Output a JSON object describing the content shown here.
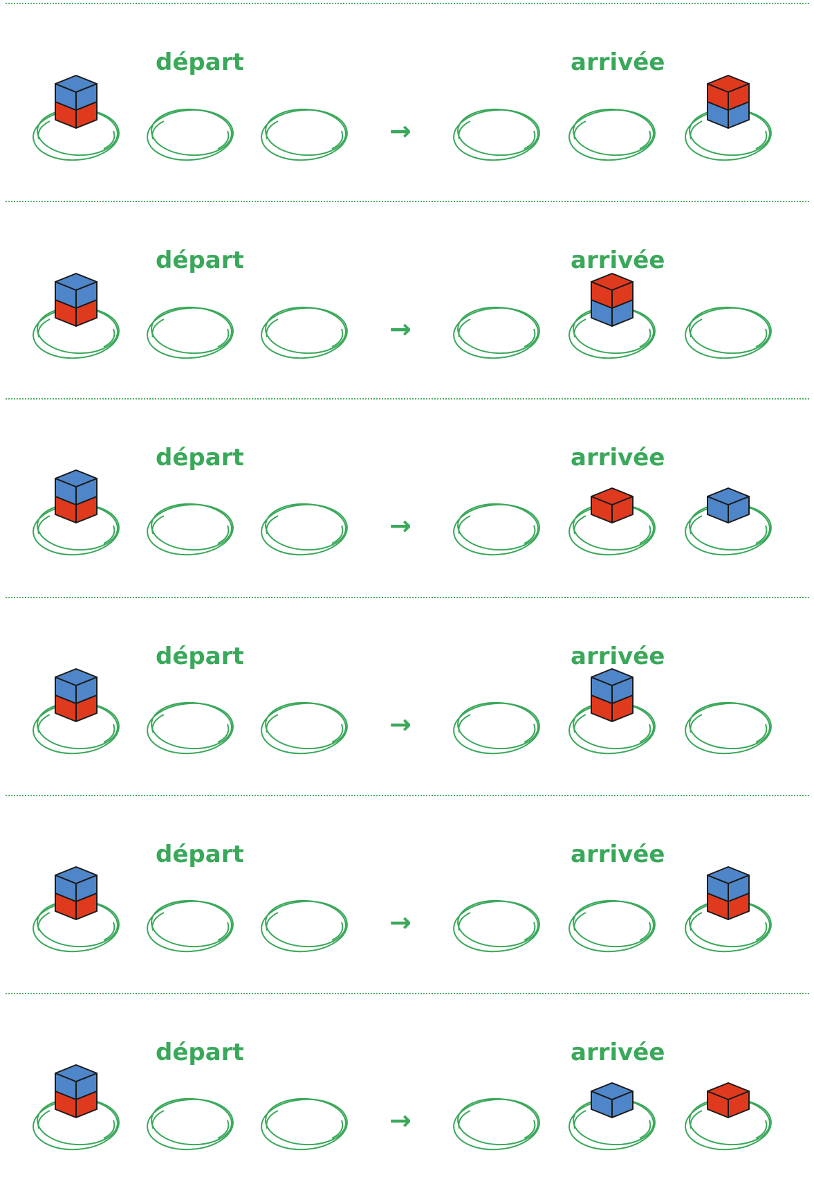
{
  "labels": {
    "start": "départ",
    "end": "arrivée",
    "arrow": "→"
  },
  "colors": {
    "green": "#3aa85a",
    "blue": "#4f86c9",
    "red": "#e03a1e",
    "outline": "#1a1a1a"
  },
  "exercises": [
    {
      "start": [
        [
          "red",
          "blue"
        ],
        [],
        []
      ],
      "end": [
        [],
        [],
        [
          "blue",
          "red"
        ]
      ]
    },
    {
      "start": [
        [
          "red",
          "blue"
        ],
        [],
        []
      ],
      "end": [
        [],
        [
          "blue",
          "red"
        ],
        []
      ]
    },
    {
      "start": [
        [
          "red",
          "blue"
        ],
        [],
        []
      ],
      "end": [
        [],
        [
          "red"
        ],
        [
          "blue"
        ]
      ]
    },
    {
      "start": [
        [
          "red",
          "blue"
        ],
        [],
        []
      ],
      "end": [
        [],
        [
          "red",
          "blue"
        ],
        []
      ]
    },
    {
      "start": [
        [
          "red",
          "blue"
        ],
        [],
        []
      ],
      "end": [
        [],
        [],
        [
          "red",
          "blue"
        ]
      ]
    },
    {
      "start": [
        [
          "red",
          "blue"
        ],
        [],
        []
      ],
      "end": [
        [],
        [
          "blue"
        ],
        [
          "red"
        ]
      ]
    }
  ]
}
